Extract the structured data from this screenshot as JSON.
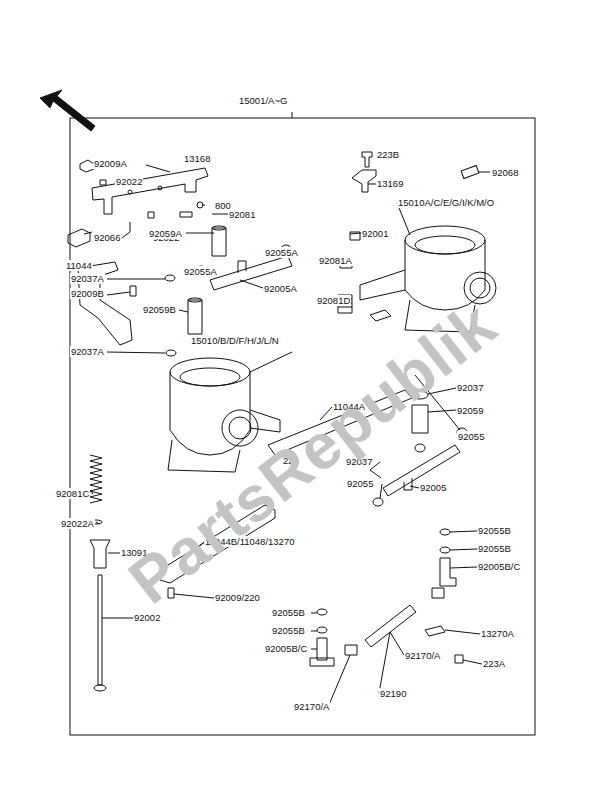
{
  "diagram": {
    "labels": [
      "15001/A~G",
      "92009A",
      "13168",
      "92022",
      "800",
      "92081",
      "92066",
      "92022",
      "92059A",
      "223B",
      "92068",
      "13169",
      "15010A/C/E/G/I/K/M/O",
      "92055A",
      "92001",
      "11044",
      "92037A",
      "92055A",
      "92081A",
      "92009B",
      "92005A",
      "92059B",
      "92081D",
      "92037A",
      "15010/B/D/F/H/J/L/N",
      "92037",
      "11044A",
      "92059",
      "92055",
      "223",
      "92037",
      "92055",
      "92005",
      "92081C",
      "92022A",
      "13091",
      "11044B/11048/13270",
      "92055B",
      "92055B",
      "92005B/C",
      "92009/220",
      "92002",
      "13270A",
      "92055B",
      "92055B",
      "92005B/C",
      "92170/A",
      "223A",
      "92190",
      "92170/A",
      "PartsRepublik"
    ]
  }
}
